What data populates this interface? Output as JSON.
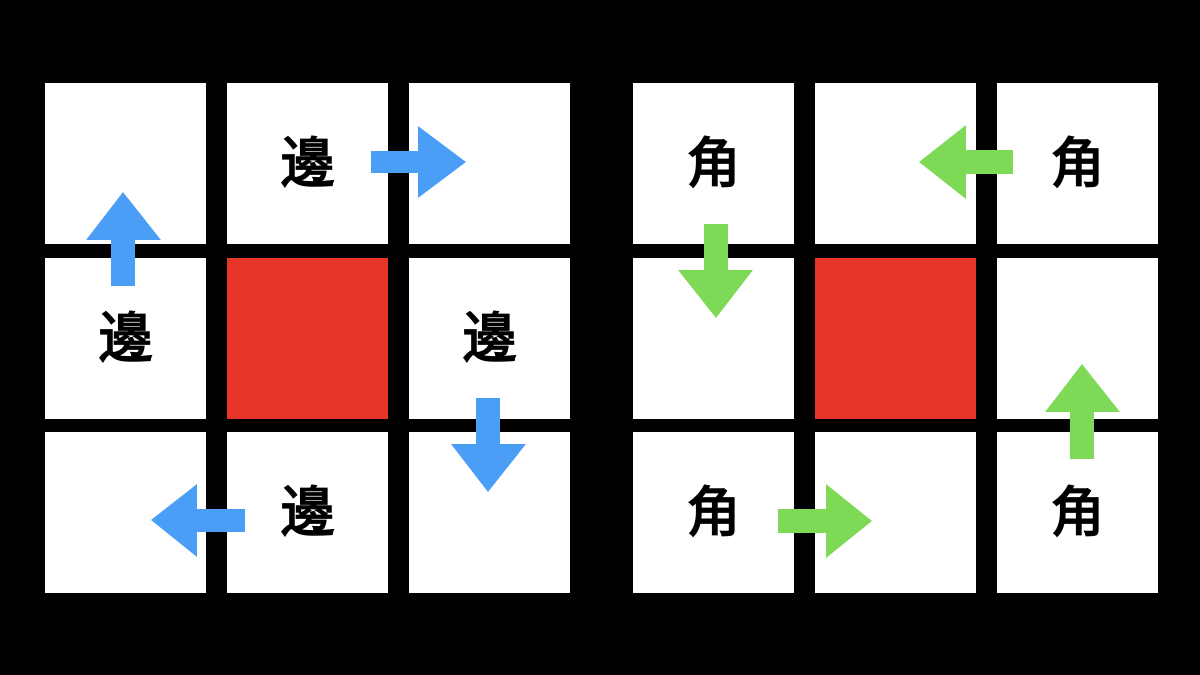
{
  "colors": {
    "background": "#000000",
    "cell": "#FFFFFF",
    "center": "#E8352A",
    "edge_arrow": "#4A9EF5",
    "corner_arrow": "#7ED957",
    "text": "#000000"
  },
  "edges_grid": {
    "center_color": "#E8352A",
    "cells": [
      {
        "row": 0,
        "col": 0,
        "label": ""
      },
      {
        "row": 0,
        "col": 1,
        "label": "邊"
      },
      {
        "row": 0,
        "col": 2,
        "label": ""
      },
      {
        "row": 1,
        "col": 0,
        "label": "邊"
      },
      {
        "row": 1,
        "col": 1,
        "label": "",
        "center": true
      },
      {
        "row": 1,
        "col": 2,
        "label": "邊"
      },
      {
        "row": 2,
        "col": 0,
        "label": ""
      },
      {
        "row": 2,
        "col": 1,
        "label": "邊"
      },
      {
        "row": 2,
        "col": 2,
        "label": ""
      }
    ],
    "arrows": [
      {
        "name": "edge-arrow-top-right",
        "direction": "right"
      },
      {
        "name": "edge-arrow-right-down",
        "direction": "down"
      },
      {
        "name": "edge-arrow-bottom-left",
        "direction": "left"
      },
      {
        "name": "edge-arrow-left-up",
        "direction": "up"
      }
    ]
  },
  "corners_grid": {
    "center_color": "#E8352A",
    "cells": [
      {
        "row": 0,
        "col": 0,
        "label": "角"
      },
      {
        "row": 0,
        "col": 1,
        "label": ""
      },
      {
        "row": 0,
        "col": 2,
        "label": "角"
      },
      {
        "row": 1,
        "col": 0,
        "label": ""
      },
      {
        "row": 1,
        "col": 1,
        "label": "",
        "center": true
      },
      {
        "row": 1,
        "col": 2,
        "label": ""
      },
      {
        "row": 2,
        "col": 0,
        "label": "角"
      },
      {
        "row": 2,
        "col": 1,
        "label": ""
      },
      {
        "row": 2,
        "col": 2,
        "label": "角"
      }
    ],
    "arrows": [
      {
        "name": "corner-arrow-top-right-left",
        "direction": "left"
      },
      {
        "name": "corner-arrow-top-left-down",
        "direction": "down"
      },
      {
        "name": "corner-arrow-bottom-left-right",
        "direction": "right"
      },
      {
        "name": "corner-arrow-bottom-right-up",
        "direction": "up"
      }
    ]
  }
}
